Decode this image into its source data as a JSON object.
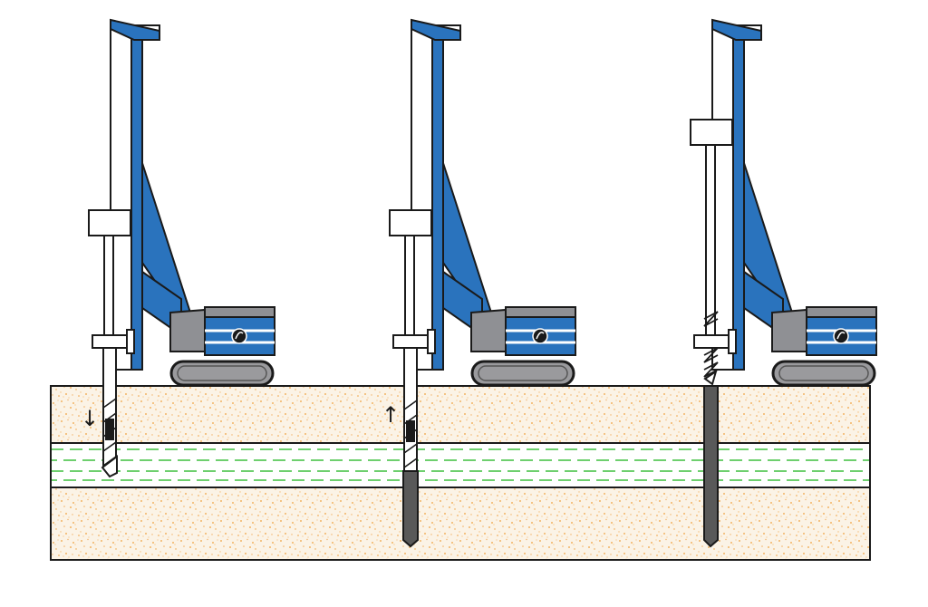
{
  "diagram": {
    "stages": [
      {
        "id": "stage-1",
        "motion_arrow": "↓"
      },
      {
        "id": "stage-2",
        "motion_arrow": "↑"
      },
      {
        "id": "stage-3",
        "motion_arrow": ""
      }
    ],
    "colors": {
      "rig_blue": "#2a73bd",
      "machine_gray": "#8f9094",
      "track_gray": "#9a9a9d",
      "outline": "#1a1a1a",
      "soil_fill": "#fbf3e6",
      "soil_speckle": "#f0a03c",
      "water_fill": "#ffffff",
      "water_dash": "#3fbf3f",
      "pile_gray": "#595959"
    },
    "icons": [
      "drilling-rig-icon",
      "crawler-track-icon",
      "auger-icon",
      "pile-icon"
    ]
  }
}
